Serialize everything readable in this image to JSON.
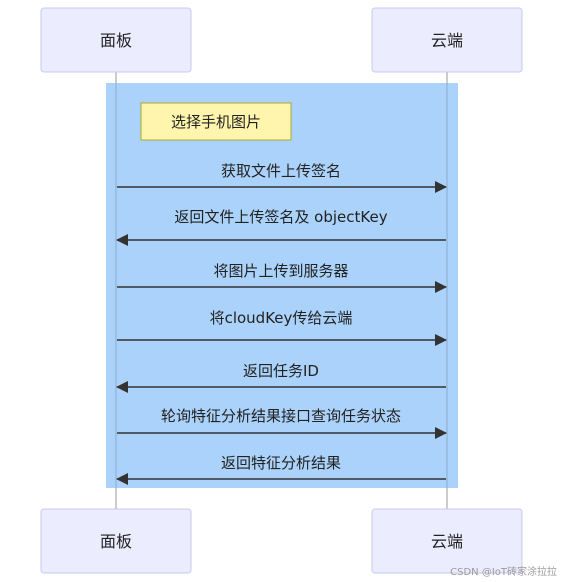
{
  "participants": [
    {
      "id": "panel",
      "label": "面板"
    },
    {
      "id": "cloud",
      "label": "云端"
    }
  ],
  "loop_note": "选择手机图片",
  "messages": [
    {
      "from": "panel",
      "to": "cloud",
      "text": "获取文件上传签名"
    },
    {
      "from": "cloud",
      "to": "panel",
      "text": "返回文件上传签名及 objectKey"
    },
    {
      "from": "panel",
      "to": "cloud",
      "text": "将图片上传到服务器"
    },
    {
      "from": "panel",
      "to": "cloud",
      "text": "将cloudKey传给云端"
    },
    {
      "from": "cloud",
      "to": "panel",
      "text": "返回任务ID"
    },
    {
      "from": "panel",
      "to": "cloud",
      "text": "轮询特征分析结果接口查询任务状态"
    },
    {
      "from": "cloud",
      "to": "panel",
      "text": "返回特征分析结果"
    }
  ],
  "watermark": "CSDN @IoT砖家涂拉拉",
  "colors": {
    "participant_fill": "#ECECFF",
    "participant_stroke": "#C9C9F0",
    "loop_fill": "#ABD2FA",
    "note_fill": "#FFF5AD",
    "note_stroke": "#AAAA33",
    "arrow": "#333333",
    "lifeline": "#999999"
  }
}
